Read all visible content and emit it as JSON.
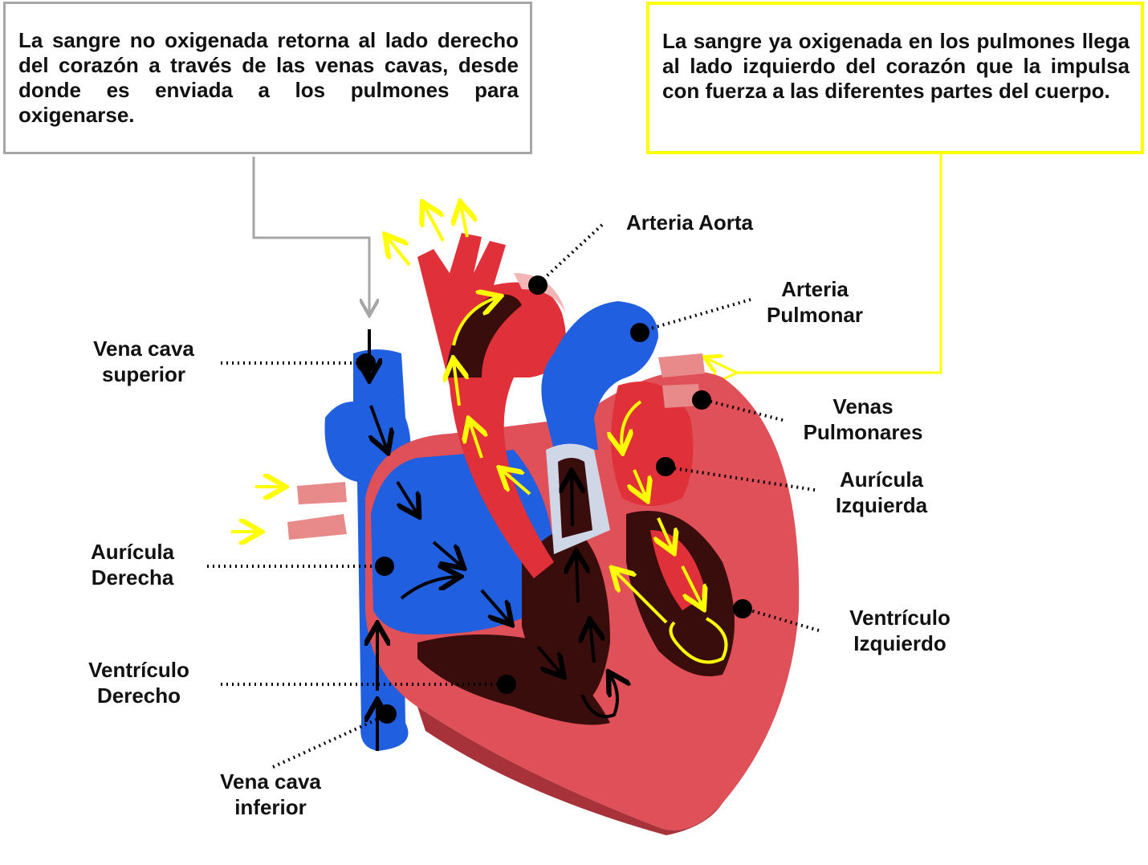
{
  "notes": {
    "venous": "La sangre no oxigenada retorna al lado derecho del corazón a través de las venas cavas, desde donde es enviada a los pulmones para oxigenarse.",
    "arterial": "La sangre ya oxigenada en los pulmones llega al lado izquierdo del corazón que la impulsa con fuerza a las diferentes partes del cuerpo."
  },
  "labels": {
    "aorta": [
      "Arteria Aorta"
    ],
    "pulmonary_artery": [
      "Arteria",
      "Pulmonar"
    ],
    "pulmonary_veins": [
      "Venas",
      "Pulmonares"
    ],
    "left_atrium": [
      "Aurícula",
      "Izquierda"
    ],
    "left_ventricle": [
      "Ventrículo",
      "Izquierdo"
    ],
    "superior_vena_cava": [
      "Vena cava",
      "superior"
    ],
    "right_atrium": [
      "Aurícula",
      "Derecha"
    ],
    "right_ventricle": [
      "Ventrículo",
      "Derecho"
    ],
    "inferior_vena_cava": [
      "Vena cava",
      "inferior"
    ]
  },
  "colors": {
    "deoxygenated": "#1f5fe0",
    "oxygenated": "#e0303a",
    "muscle_dark": "#3a0d0d",
    "arrow_venous": "#000000",
    "arrow_arterial": "#ffff00",
    "connector_left": "#a6a6a6",
    "connector_right": "#ffff00"
  }
}
